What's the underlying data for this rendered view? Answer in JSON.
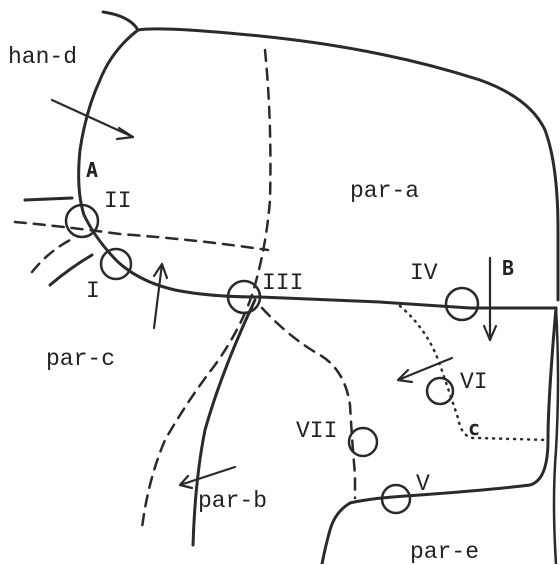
{
  "regions": {
    "han_d": "han-d",
    "par_a": "par-a",
    "par_c": "par-c",
    "par_b": "par-b",
    "par_e": "par-e"
  },
  "sites": {
    "I": "I",
    "II": "II",
    "III": "III",
    "IV": "IV",
    "V": "V",
    "VI": "VI",
    "VII": "VII"
  },
  "markers": {
    "A": "A",
    "B": "B",
    "c": "c"
  }
}
